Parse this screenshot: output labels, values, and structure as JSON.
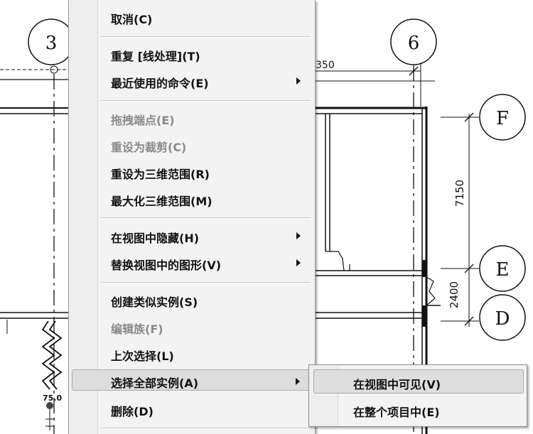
{
  "drawing": {
    "grid_bubbles": [
      "3",
      "6",
      "F",
      "E",
      "D"
    ],
    "dimensions": [
      "350",
      "7150",
      "2400"
    ],
    "tag_text": "75.0"
  },
  "context_menu": {
    "items": [
      {
        "label": "取消(C)",
        "enabled": true,
        "submenu": false
      },
      {
        "label": "重复 [线处理](T)",
        "enabled": true,
        "submenu": false
      },
      {
        "label": "最近使用的命令(E)",
        "enabled": true,
        "submenu": true
      },
      {
        "label": "拖拽端点(E)",
        "enabled": false,
        "submenu": false
      },
      {
        "label": "重设为裁剪(C)",
        "enabled": false,
        "submenu": false
      },
      {
        "label": "重设为三维范围(R)",
        "enabled": true,
        "submenu": false
      },
      {
        "label": "最大化三维范围(M)",
        "enabled": true,
        "submenu": false
      },
      {
        "label": "在视图中隐藏(H)",
        "enabled": true,
        "submenu": true
      },
      {
        "label": "替换视图中的图形(V)",
        "enabled": true,
        "submenu": true
      },
      {
        "label": "创建类似实例(S)",
        "enabled": true,
        "submenu": false
      },
      {
        "label": "编辑族(F)",
        "enabled": false,
        "submenu": false
      },
      {
        "label": "上次选择(L)",
        "enabled": true,
        "submenu": false
      },
      {
        "label": "选择全部实例(A)",
        "enabled": true,
        "submenu": true,
        "highlighted": true
      },
      {
        "label": "删除(D)",
        "enabled": true,
        "submenu": false
      }
    ]
  },
  "submenu": {
    "items": [
      {
        "label": "在视图中可见(V)",
        "highlighted": true
      },
      {
        "label": "在整个项目中(E)",
        "highlighted": false
      }
    ]
  }
}
